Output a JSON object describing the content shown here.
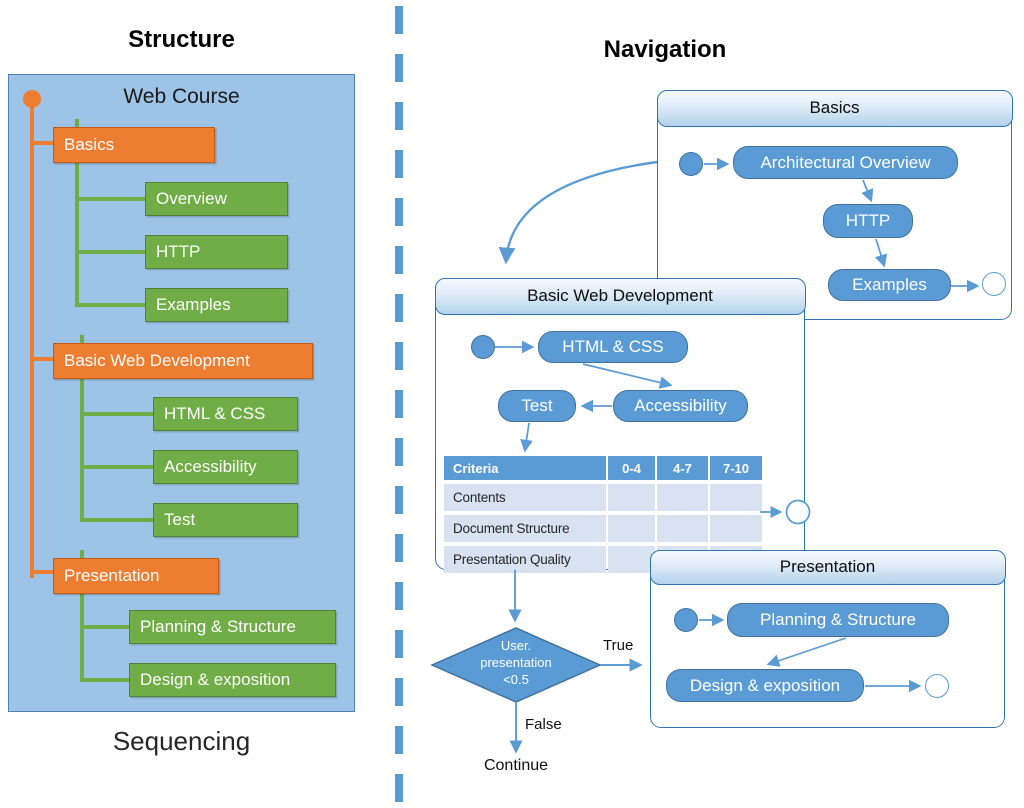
{
  "left": {
    "title": "Structure",
    "root_label": "Web Course",
    "caption": "Sequencing",
    "tree": [
      {
        "label": "Basics",
        "children": [
          "Overview",
          "HTTP",
          "Examples"
        ]
      },
      {
        "label": "Basic Web Development",
        "children": [
          "HTML & CSS",
          "Accessibility",
          "Test"
        ]
      },
      {
        "label": "Presentation",
        "children": [
          "Planning & Structure",
          "Design & exposition"
        ]
      }
    ]
  },
  "right": {
    "title": "Navigation",
    "panels": {
      "basics": {
        "title": "Basics",
        "states": [
          "Architectural Overview",
          "HTTP",
          "Examples"
        ]
      },
      "bwd": {
        "title": "Basic Web Development",
        "states": [
          "HTML & CSS",
          "Accessibility",
          "Test"
        ]
      },
      "presentation": {
        "title": "Presentation",
        "states": [
          "Planning & Structure",
          "Design & exposition"
        ]
      }
    },
    "table": {
      "headers": [
        "Criteria",
        "0-4",
        "4-7",
        "7-10"
      ],
      "rows": [
        "Contents",
        "Document Structure",
        "Presentation Quality"
      ]
    },
    "decision": {
      "lines": [
        "User.",
        "presentation",
        "<0.5"
      ],
      "true_label": "True",
      "false_label": "False",
      "continue_label": "Continue"
    }
  },
  "colors": {
    "orange": "#ED7D31",
    "green": "#70AD47",
    "blue": "#5B9BD5",
    "blue_dark": "#2E75B6",
    "structure_panel_fill": "#9DC3E6",
    "table_row_fill": "#D9E2F1"
  }
}
